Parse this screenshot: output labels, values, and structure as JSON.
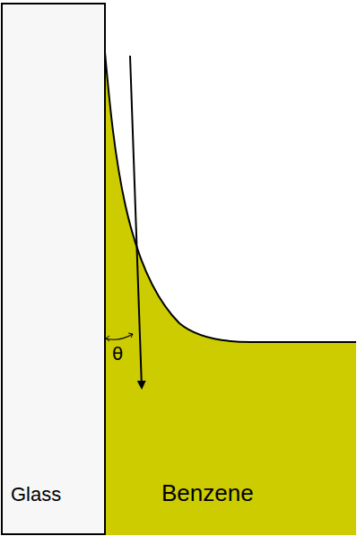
{
  "diagram": {
    "labels": [
      "Glass",
      "Benzene",
      "θ"
    ]
  }
}
